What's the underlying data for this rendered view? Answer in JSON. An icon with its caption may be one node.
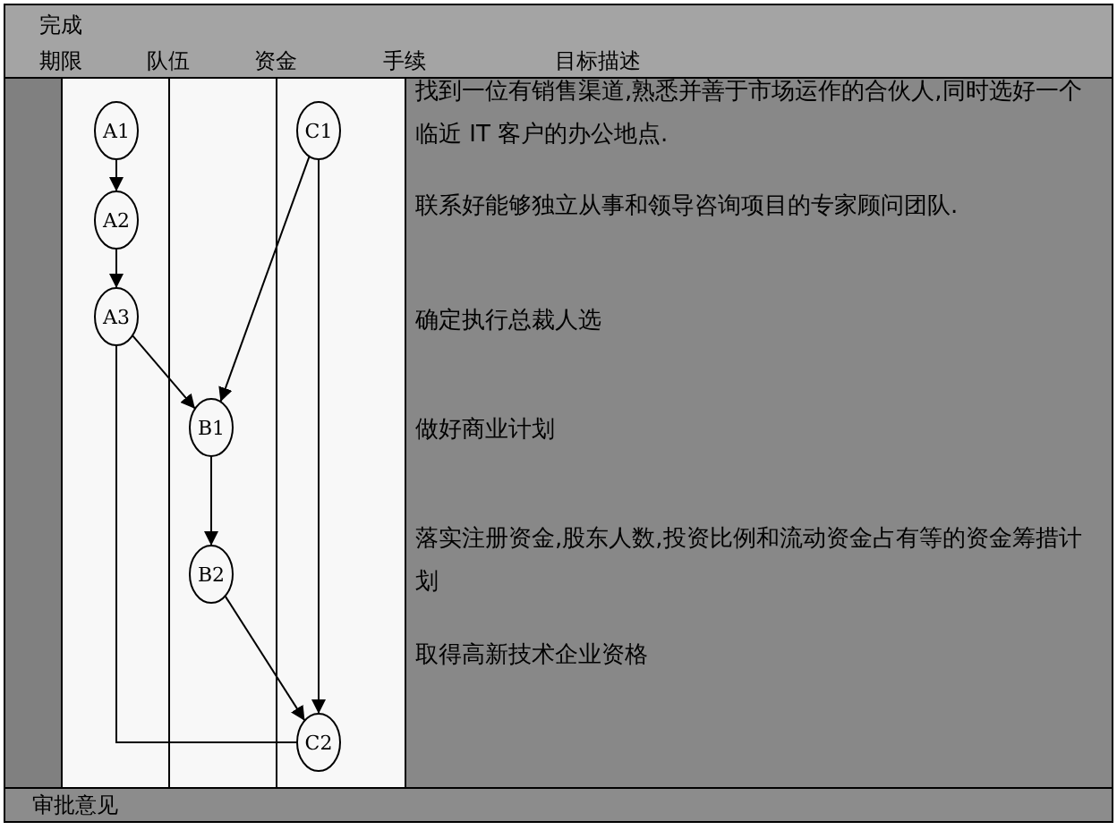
{
  "diagram": {
    "nodes": [
      {
        "text": [
          "A1"
        ]
      },
      {
        "text": [
          "A2"
        ]
      },
      {
        "text": [
          "A3"
        ]
      },
      {
        "text": [
          "C1"
        ]
      },
      {
        "text": [
          "B1"
        ]
      },
      {
        "text": [
          "B2"
        ]
      },
      {
        "text": [
          "C2"
        ]
      }
    ],
    "edges": [
      {
        "from": 0,
        "to": 1,
        "arrow": "to"
      },
      {
        "from": 1,
        "to": 2,
        "arrow": "to"
      },
      {
        "from": 2,
        "to": 4,
        "arrow": "to"
      },
      {
        "from": 3,
        "to": 4,
        "arrow": "to"
      },
      {
        "from": 3,
        "to": 6,
        "arrow": "to"
      },
      {
        "from": 4,
        "to": 5,
        "arrow": "to"
      },
      {
        "from": 5,
        "to": 6,
        "arrow": "to"
      },
      {
        "from": 2,
        "to": 6,
        "arrow": "none"
      }
    ],
    "labels": [
      "完成期限",
      "队伍",
      "资金",
      "手续",
      "目标描述",
      "找到一位有销售渠道,熟悉并善于市场运作的合伙人,同时选好一个临近 IT 客户的办公地点.",
      "联系好能够独立从事和领导咨询项目的专家顾问团队.",
      "确定执行总裁人选",
      "做好商业计划",
      "落实注册资金,股东人数,投资比例和流动资金占有等的资金筹措计划",
      "取得高新技术企业资格",
      "审批意见"
    ]
  }
}
